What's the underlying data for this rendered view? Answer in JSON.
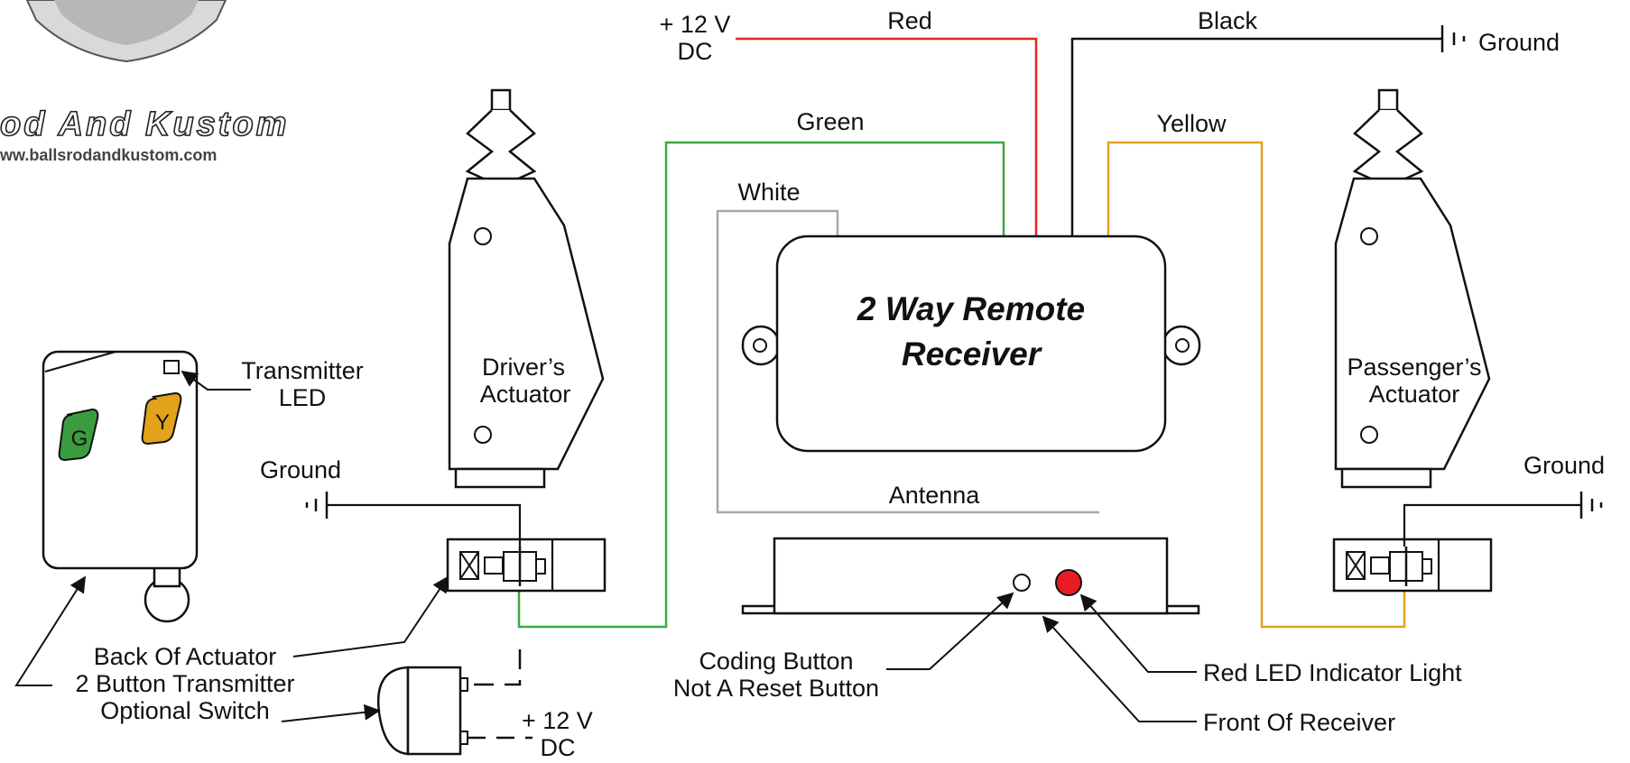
{
  "logo": {
    "text": "od And Kustom",
    "url": "ww.ballsrodandkustom.com"
  },
  "receiver": {
    "title_line1": "2 Way Remote",
    "title_line2": "Receiver"
  },
  "wires": {
    "red": "Red",
    "black": "Black",
    "green": "Green",
    "yellow": "Yellow",
    "white": "White",
    "antenna": "Antenna"
  },
  "power_top": {
    "line1": "+ 12 V",
    "line2": "DC"
  },
  "ground_top": "Ground",
  "ground_left": "Ground",
  "ground_right": "Ground",
  "driver_actuator": {
    "line1": "Driver’s",
    "line2": "Actuator"
  },
  "passenger_actuator": {
    "line1": "Passenger’s",
    "line2": "Actuator"
  },
  "transmitter": {
    "led_line1": "Transmitter",
    "led_line2": "LED",
    "button_g": "G",
    "button_y": "Y"
  },
  "callouts": {
    "back_of_actuator": "Back Of Actuator",
    "two_button_transmitter": "2 Button Transmitter",
    "optional_switch": "Optional Switch",
    "coding_line1": "Coding Button",
    "coding_line2": "Not A Reset Button",
    "red_led": "Red LED Indicator Light",
    "front_of_receiver": "Front Of Receiver"
  },
  "power_bottom": {
    "line1": "+ 12 V",
    "line2": "DC"
  },
  "colors": {
    "red_wire": "#e32421",
    "green_wire": "#3aa845",
    "yellow_wire": "#e0a31e",
    "white_wire": "#a7a7a7",
    "black_wire": "#111111",
    "antenna": "#a7a7a7",
    "led_red": "#e81b23",
    "button_green": "#3a9c3f",
    "button_yellow": "#e2a21a"
  }
}
